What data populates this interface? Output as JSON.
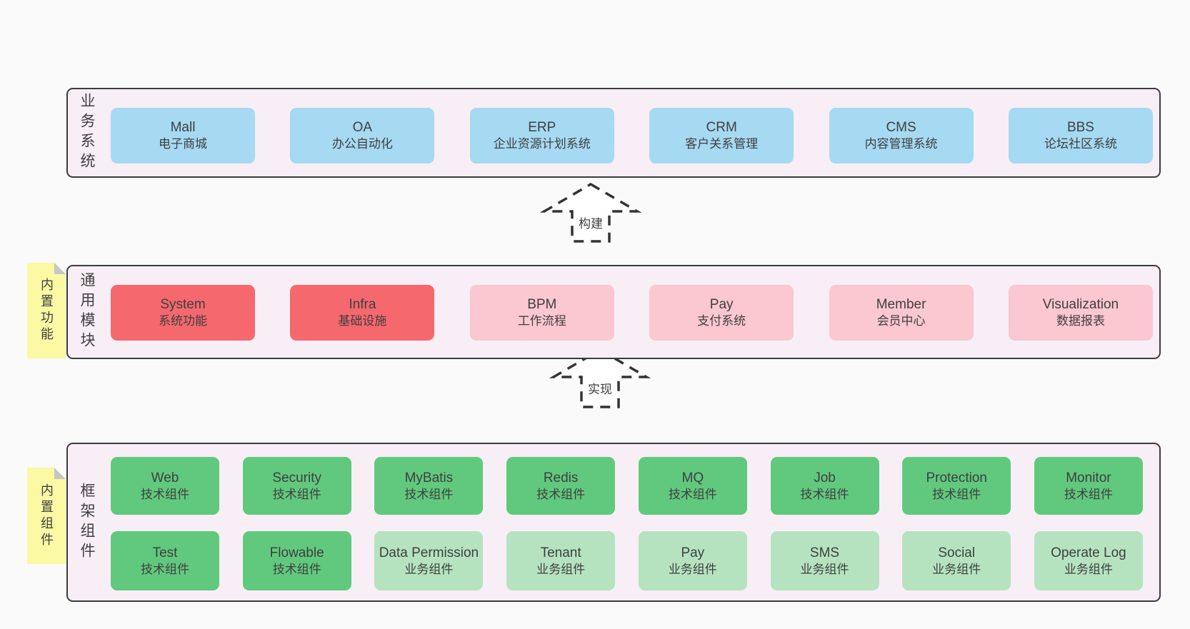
{
  "colors": {
    "page_bg": "#fafafa",
    "panel_bg": "#f8eef6",
    "panel_border": "#3c3c3c",
    "text": "#3f3f3f",
    "blue": "#a6d9f2",
    "red": "#f5686d",
    "pink": "#fbc7d0",
    "green": "#61c97e",
    "light_green": "#b5e3bf",
    "note_bg": "#fbf9a3",
    "note_fold": "#c6c6c6",
    "arrow_stroke": "#333333"
  },
  "arrows": [
    {
      "label": "构建"
    },
    {
      "label": "实现"
    }
  ],
  "layers": {
    "business": {
      "label": "业务系统",
      "boxes": [
        {
          "en": "Mall",
          "zh": "电子商城"
        },
        {
          "en": "OA",
          "zh": "办公自动化"
        },
        {
          "en": "ERP",
          "zh": "企业资源计划系统"
        },
        {
          "en": "CRM",
          "zh": "客户关系管理"
        },
        {
          "en": "CMS",
          "zh": "内容管理系统"
        },
        {
          "en": "BBS",
          "zh": "论坛社区系统"
        }
      ]
    },
    "modules": {
      "label": "通用模块",
      "note": "内置功能",
      "boxes": [
        {
          "en": "System",
          "zh": "系统功能"
        },
        {
          "en": "Infra",
          "zh": "基础设施"
        },
        {
          "en": "BPM",
          "zh": "工作流程"
        },
        {
          "en": "Pay",
          "zh": "支付系统"
        },
        {
          "en": "Member",
          "zh": "会员中心"
        },
        {
          "en": "Visualization",
          "zh": "数据报表"
        }
      ]
    },
    "components": {
      "label": "框架组件",
      "note": "内置组件",
      "row1": [
        {
          "en": "Web",
          "zh": "技术组件"
        },
        {
          "en": "Security",
          "zh": "技术组件"
        },
        {
          "en": "MyBatis",
          "zh": "技术组件"
        },
        {
          "en": "Redis",
          "zh": "技术组件"
        },
        {
          "en": "MQ",
          "zh": "技术组件"
        },
        {
          "en": "Job",
          "zh": "技术组件"
        },
        {
          "en": "Protection",
          "zh": "技术组件"
        },
        {
          "en": "Monitor",
          "zh": "技术组件"
        }
      ],
      "row2": [
        {
          "en": "Test",
          "zh": "技术组件"
        },
        {
          "en": "Flowable",
          "zh": "技术组件"
        },
        {
          "en": "Data Permission",
          "zh": "业务组件"
        },
        {
          "en": "Tenant",
          "zh": "业务组件"
        },
        {
          "en": "Pay",
          "zh": "业务组件"
        },
        {
          "en": "SMS",
          "zh": "业务组件"
        },
        {
          "en": "Social",
          "zh": "业务组件"
        },
        {
          "en": "Operate Log",
          "zh": "业务组件"
        }
      ]
    }
  }
}
